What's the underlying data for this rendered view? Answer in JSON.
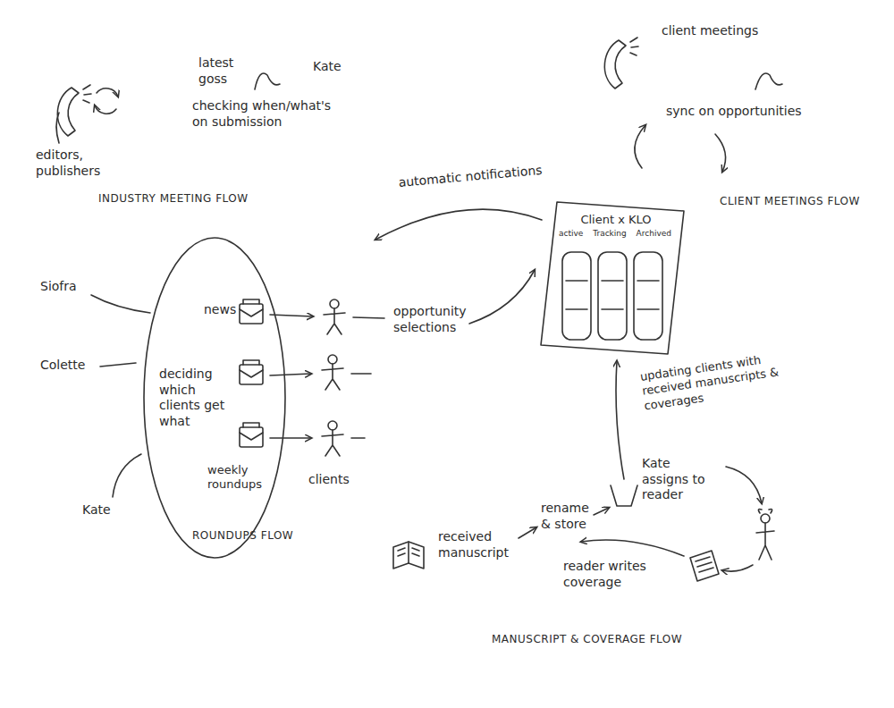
{
  "diagram": {
    "nodes": [
      {
        "text": [
          "Client x KLO",
          "active",
          "Tracking",
          "Archived"
        ]
      },
      {
        "text": [
          "deciding which clients get what"
        ]
      }
    ],
    "labels": [
      "latest goss",
      "Kate",
      "checking when/what's on submission",
      "editors, publishers",
      "INDUSTRY MEETING FLOW",
      "client meetings",
      "sync on opportunities",
      "CLIENT MEETINGS FLOW",
      "automatic notifications",
      "Siofra",
      "Colette",
      "news",
      "weekly roundups",
      "clients",
      "opportunity selections",
      "Kate",
      "ROUNDUPS FLOW",
      "updating clients with received manuscripts & coverages",
      "Kate assigns to reader",
      "received manuscript",
      "rename & store",
      "reader writes coverage",
      "MANUSCRIPT & COVERAGE FLOW"
    ]
  }
}
